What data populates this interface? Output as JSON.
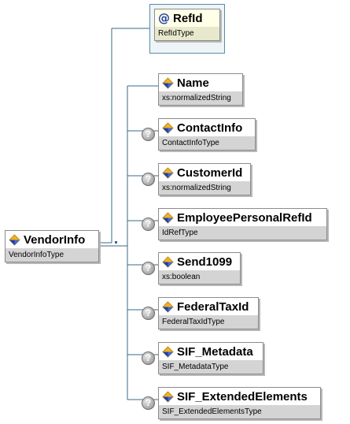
{
  "root": {
    "name": "VendorInfo",
    "type": "VendorInfoType"
  },
  "attribute": {
    "symbol": "@",
    "name": "RefId",
    "type": "RefIdType"
  },
  "children": [
    {
      "name": "Name",
      "type": "xs:normalizedString",
      "optional": false
    },
    {
      "name": "ContactInfo",
      "type": "ContactInfoType",
      "optional": true
    },
    {
      "name": "CustomerId",
      "type": "xs:normalizedString",
      "optional": true
    },
    {
      "name": "EmployeePersonalRefId",
      "type": "IdRefType",
      "optional": true
    },
    {
      "name": "Send1099",
      "type": "xs:boolean",
      "optional": true
    },
    {
      "name": "FederalTaxId",
      "type": "FederalTaxIdType",
      "optional": true
    },
    {
      "name": "SIF_Metadata",
      "type": "SIF_MetadataType",
      "optional": true
    },
    {
      "name": "SIF_ExtendedElements",
      "type": "SIF_ExtendedElementsType",
      "optional": true
    }
  ],
  "optional_symbol": "?",
  "colors": {
    "connector": "#3a6a8a",
    "type_bar": "#d4d4d4",
    "attribute_fill": "#ffffe8"
  }
}
